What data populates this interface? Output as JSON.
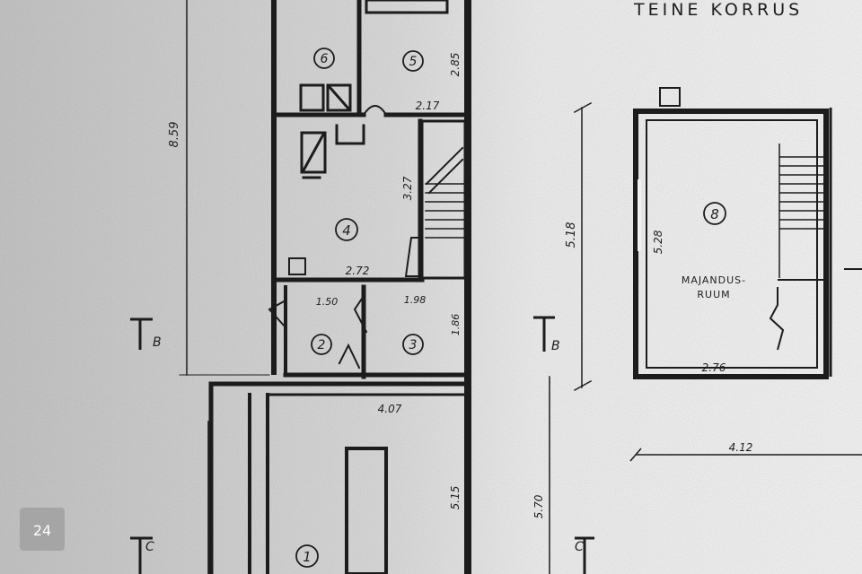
{
  "plan": {
    "title": "TEINE KORRUS",
    "room_label": "MAJANDUS-\nRUUM",
    "watermark": "24"
  },
  "rooms": {
    "r1": "1",
    "r2": "2",
    "r3": "3",
    "r4": "4",
    "r5": "5",
    "r6": "6",
    "r8": "8"
  },
  "dimensions": {
    "d_859": "8.59",
    "d_285": "2.85",
    "d_217": "2.17",
    "d_327": "3.27",
    "d_272": "2.72",
    "d_150": "1.50",
    "d_198": "1.98",
    "d_186": "1.86",
    "d_407": "4.07",
    "d_515": "5.15",
    "d_518": "5.18",
    "d_528": "5.28",
    "d_276": "2.76",
    "d_412": "4.12",
    "d_570": "5.70"
  },
  "sections": {
    "b_left": "B",
    "b_right": "B",
    "c_left": "C",
    "c_right": "C"
  },
  "colors": {
    "paper_left": "#cfcfcf",
    "paper_right": "#f1f1f1",
    "line": "#1c1c1c"
  }
}
